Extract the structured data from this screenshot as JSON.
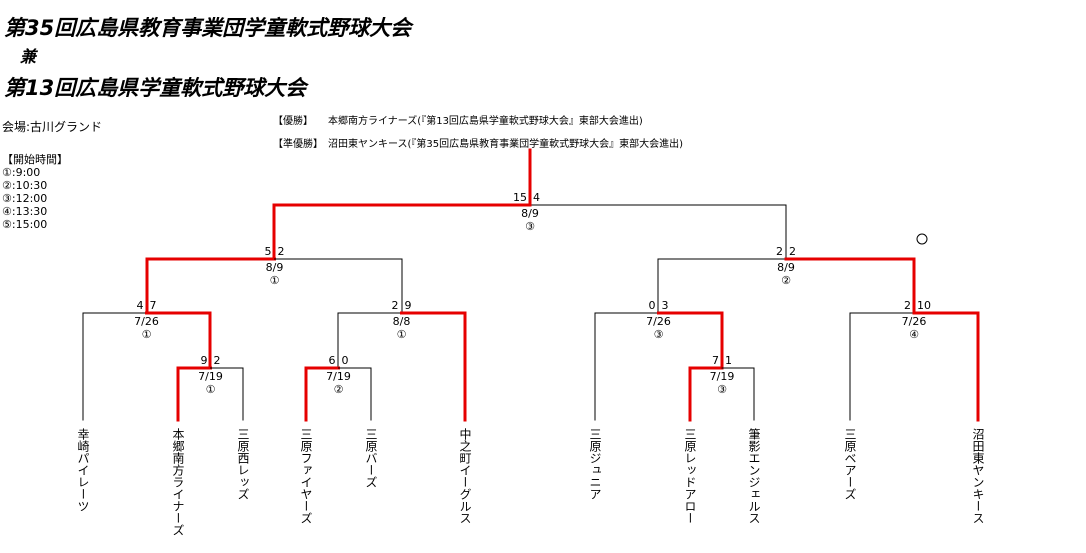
{
  "title_line1": "第35回広島県教育事業団学童軟式野球大会",
  "title_line2": "兼",
  "title_line3": "第13回広島県学童軟式野球大会",
  "venue": "会場:古川グランド",
  "schedule": {
    "heading": "【開始時間】",
    "slots": [
      "①:9:00",
      "②:10:30",
      "③:12:00",
      "④:13:30",
      "⑤:15:00"
    ]
  },
  "results": {
    "winner_label": "【優勝】",
    "winner_text": "本郷南方ライナーズ(『第13回広島県学童軟式野球大会』東部大会進出)",
    "runnerup_label": "【準優勝】",
    "runnerup_text": "沼田東ヤンキース(『第35回広島県教育事業団学童軟式野球大会』東部大会進出)"
  },
  "teams": [
    "幸崎パイレーツ",
    "本郷南方ライナーズ",
    "三原西レッズ",
    "三原ファイヤーズ",
    "三原バーズ",
    "中之町イーグルス",
    "三原ジュニア",
    "三原レッドアロー",
    "筆影エンジェルス",
    "三原ベアーズ",
    "沼田東ヤンキース"
  ],
  "matches": [
    {
      "id": "final",
      "left_score": "15",
      "right_score": "4",
      "date": "8/9",
      "slot": "③"
    },
    {
      "id": "sf-left",
      "left_score": "5",
      "right_score": "2",
      "date": "8/9",
      "slot": "①"
    },
    {
      "id": "sf-right",
      "left_score": "2",
      "right_score": "2",
      "date": "8/9",
      "slot": "②",
      "mark": "○"
    },
    {
      "id": "qf1",
      "left_score": "4",
      "right_score": "7",
      "date": "7/26",
      "slot": "①"
    },
    {
      "id": "qf2",
      "left_score": "2",
      "right_score": "9",
      "date": "8/8",
      "slot": "①"
    },
    {
      "id": "qf3",
      "left_score": "0",
      "right_score": "3",
      "date": "7/26",
      "slot": "③"
    },
    {
      "id": "qf4",
      "left_score": "2",
      "right_score": "10",
      "date": "7/26",
      "slot": "④"
    },
    {
      "id": "r1a",
      "left_score": "9",
      "right_score": "2",
      "date": "7/19",
      "slot": "①"
    },
    {
      "id": "r1b",
      "left_score": "6",
      "right_score": "0",
      "date": "7/19",
      "slot": "②"
    },
    {
      "id": "r1c",
      "left_score": "7",
      "right_score": "1",
      "date": "7/19",
      "slot": "③"
    }
  ],
  "colors": {
    "win": "#e60000",
    "lose": "#000000"
  }
}
